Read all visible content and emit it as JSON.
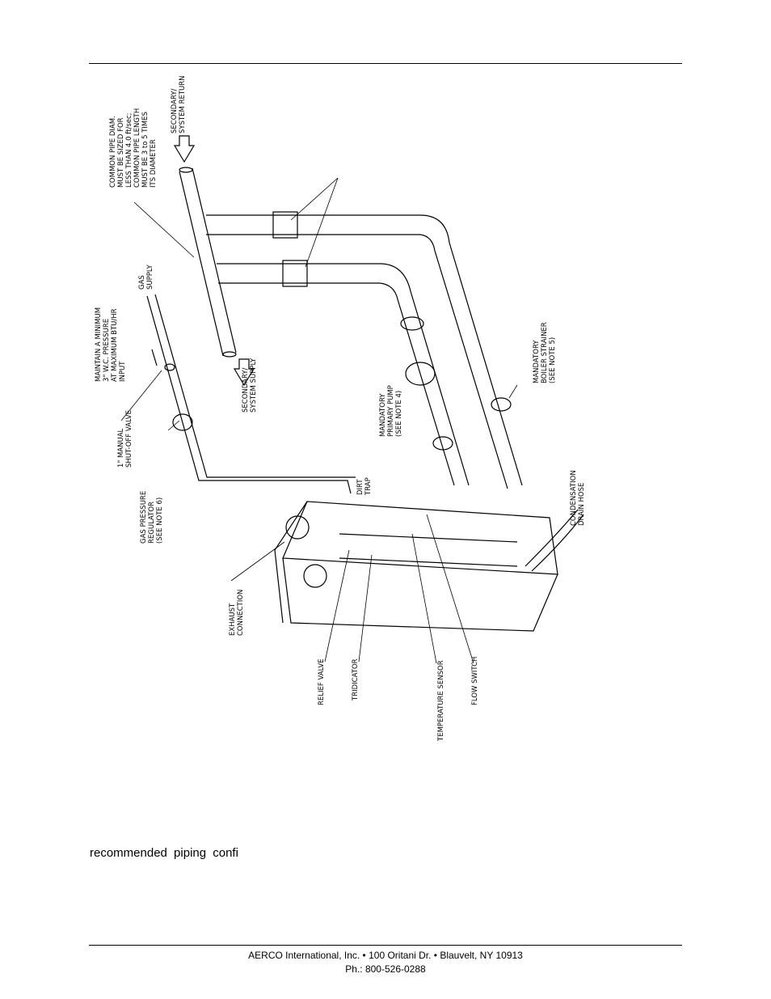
{
  "figure": {
    "labels": {
      "common_pipe": [
        "COMMON PIPE DIAM.",
        "MUST BE SIZED FOR",
        "LESS THAN 4.0 ft/sec;",
        "COMMON PIPE LENGTH",
        "MUST BE 3 to 5 TIMES",
        "ITS DIAMETER"
      ],
      "secondary_return": [
        "SECONDARY/",
        "SYSTEM RETURN"
      ],
      "secondary_supply": [
        "SECONDARY/",
        "SYSTEM SUPPLY"
      ],
      "gas_supply": [
        "GAS",
        "SUPPLY"
      ],
      "maintain_pressure": [
        "MAINTAIN A MINIMUM",
        "3\" W.C. PRESSURE",
        "AT MAXIMUM BTU/HR",
        "INPUT"
      ],
      "manual_valve": [
        "1\" MANUAL",
        "SHUT-OFF VALVE"
      ],
      "gas_regulator": [
        "GAS PRESSURE",
        "REGULATOR",
        "(SEE NOTE 6)"
      ],
      "dirt_trap": [
        "DIRT",
        "TRAP"
      ],
      "primary_pump": [
        "MANDATORY",
        "PRIMARY PUMP",
        "(SEE NOTE 4)"
      ],
      "boiler_strainer": [
        "MANDATORY",
        "BOILER STRAINER",
        "(SEE NOTE 5)"
      ],
      "condensation_hose": [
        "CONDENSATION",
        "DRAIN HOSE"
      ],
      "exhaust": [
        "EXHAUST",
        "CONNECTION"
      ],
      "relief_valve": "RELIEF VALVE",
      "tridicator": "TRIDICATOR",
      "temperature_sensor": "TEMPERATURE SENSOR",
      "flow_switch": "FLOW SWITCH"
    }
  },
  "caption": "recommended piping confi",
  "footer": {
    "line1": "AERCO International, Inc. • 100 Oritani Dr. •  Blauvelt, NY 10913",
    "line2": "Ph.: 800-526-0288"
  }
}
